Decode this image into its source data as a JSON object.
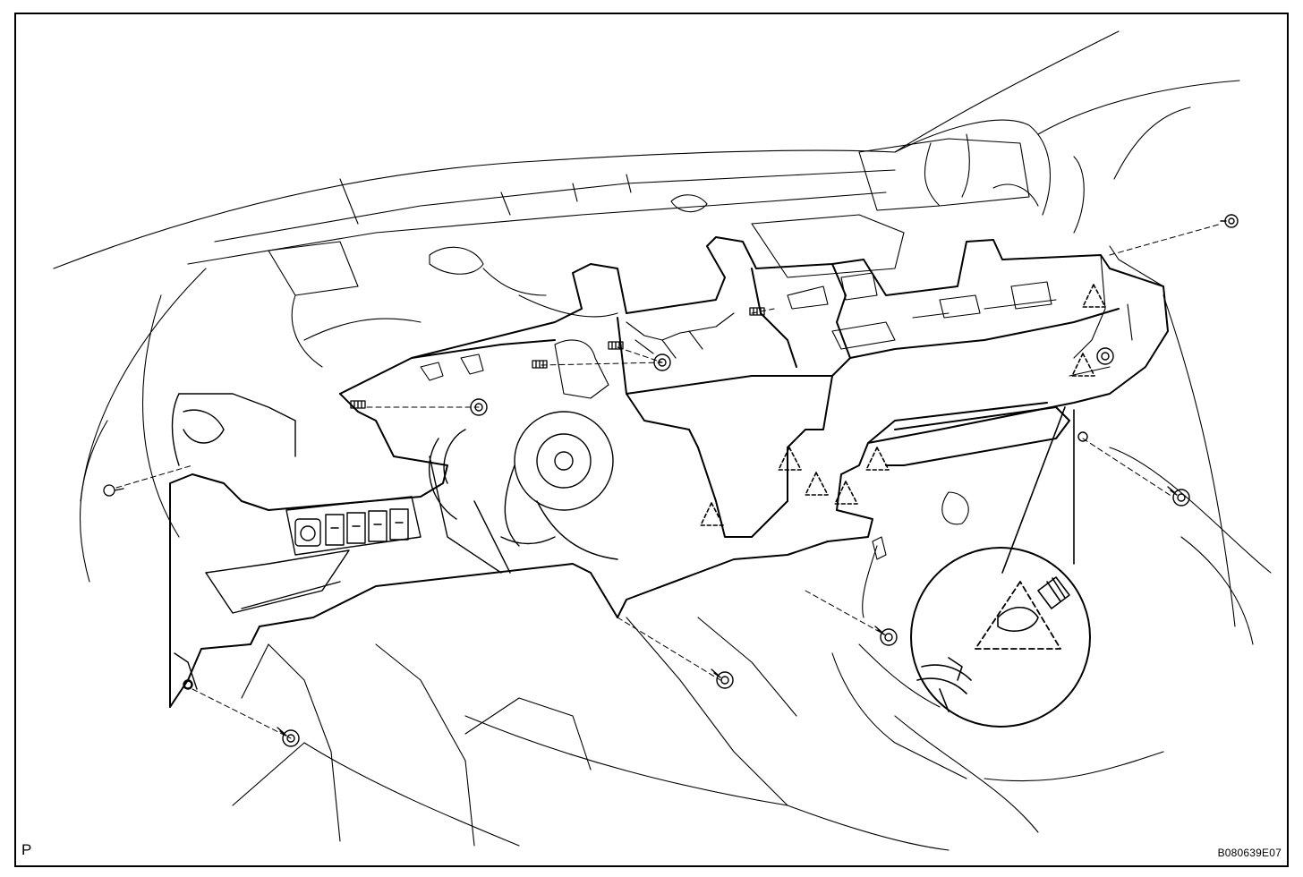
{
  "figure": {
    "corner_letter": "P",
    "figure_code": "B080639E07"
  },
  "parts": {
    "fasteners": [
      "bolt",
      "bolt",
      "bolt",
      "bolt",
      "bolt",
      "clip",
      "clip",
      "nut",
      "nut",
      "nut",
      "nut",
      "nut"
    ],
    "clip_marker_count": 8,
    "detail_callout_markers": 2
  }
}
